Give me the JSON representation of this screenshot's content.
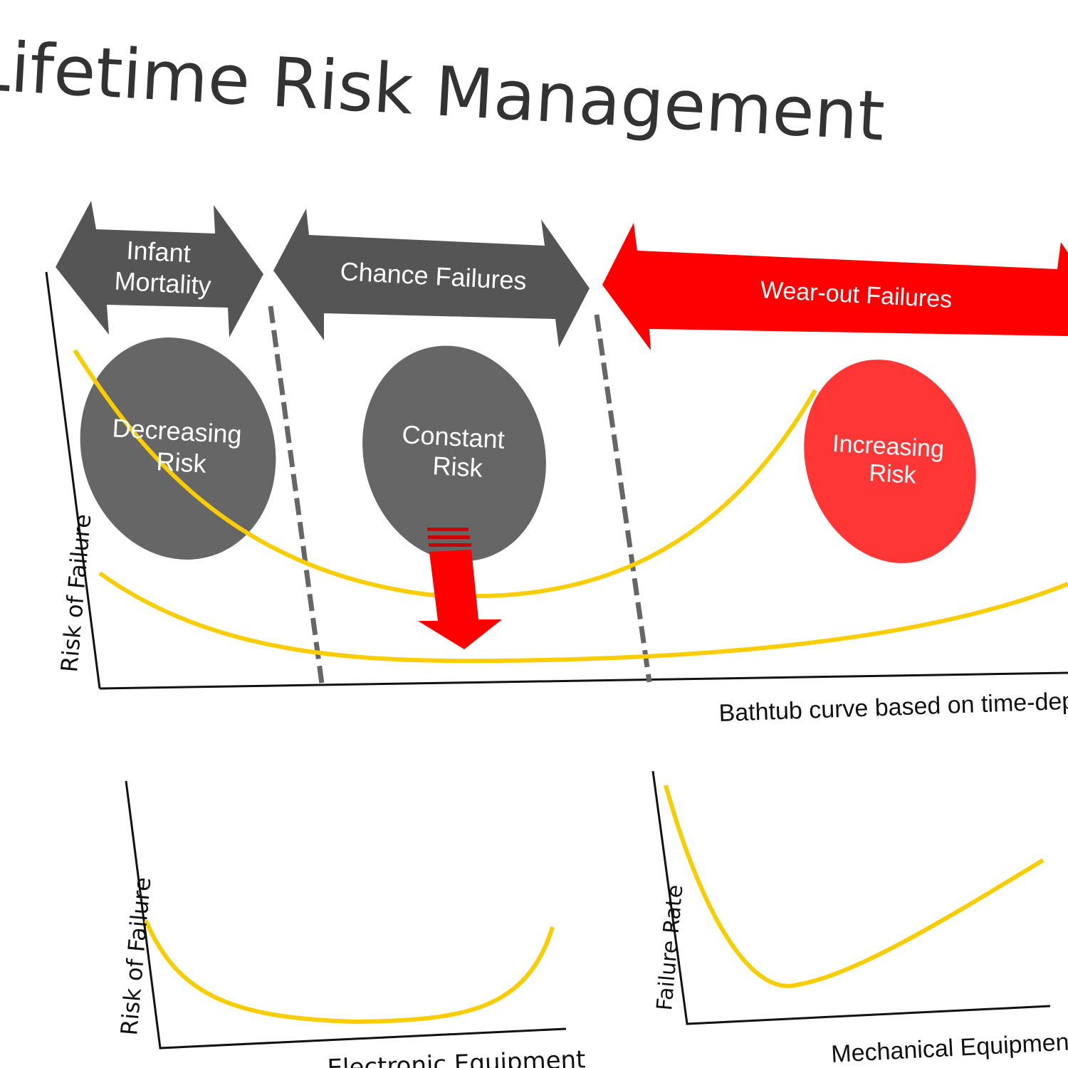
{
  "title": "Lifetime Risk Management",
  "phases": [
    {
      "label_line1": "Infant",
      "label_line2": "Mortality",
      "color": "#555555"
    },
    {
      "label_line1": "Chance Failures",
      "color": "#555555"
    },
    {
      "label_line1": "Wear-out Failures",
      "color": "#ff0000"
    }
  ],
  "risk_circles": [
    {
      "line1": "Decreasing",
      "line2": "Risk"
    },
    {
      "line1": "Constant",
      "line2": "Risk"
    },
    {
      "line1": "Increasing",
      "line2": "Risk"
    }
  ],
  "main_chart": {
    "ylabel": "Risk of Failure",
    "caption": "Bathtub curve based on time-dependent"
  },
  "bottom_left_chart": {
    "ylabel": "Risk of Failure",
    "xlabel": "Electronic Equipment"
  },
  "bottom_right_chart": {
    "ylabel": "Failure Rate",
    "xlabel": "Mechanical Equipment"
  },
  "colors": {
    "curve": "#f9cd00",
    "accent_red": "#ff0000",
    "gray": "#555555"
  }
}
